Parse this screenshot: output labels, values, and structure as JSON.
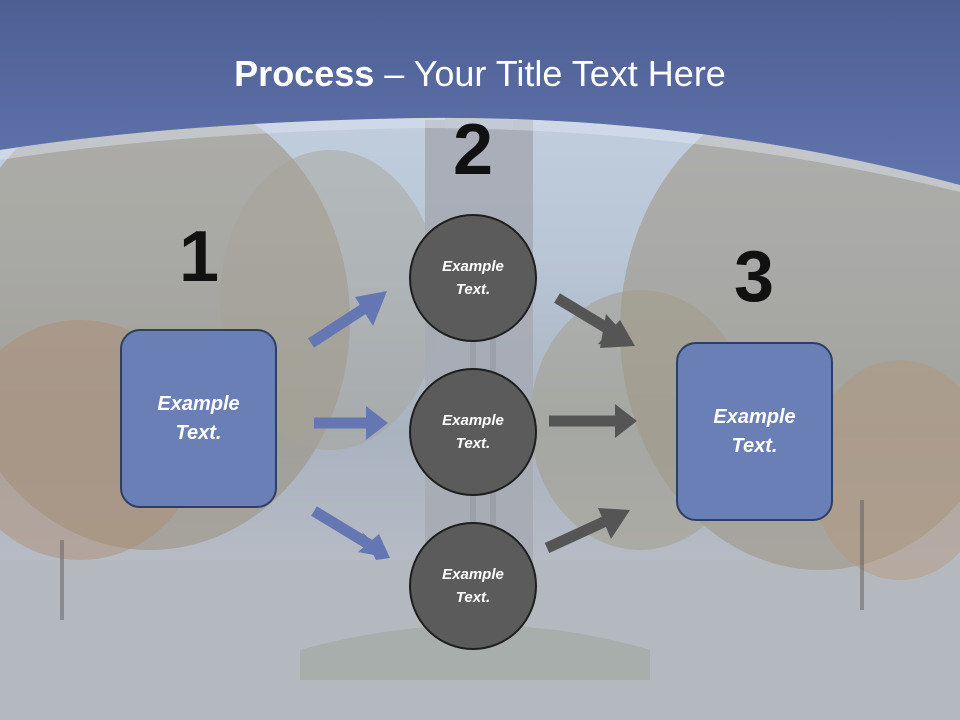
{
  "title": {
    "bold": "Process",
    "rest": " – Your Title Text Here"
  },
  "steps": {
    "one": "1",
    "two": "2",
    "three": "3"
  },
  "left_box": {
    "line1": "Example",
    "line2": "Text."
  },
  "right_box": {
    "line1": "Example",
    "line2": "Text."
  },
  "circles": [
    {
      "line1": "Example",
      "line2": "Text."
    },
    {
      "line1": "Example",
      "line2": "Text."
    },
    {
      "line1": "Example",
      "line2": "Text."
    }
  ],
  "colors": {
    "banner": "#5a6fa8",
    "box_fill": "#6a7fb5",
    "circle_fill": "#5b5b5b",
    "blue_arrow": "#6577b3",
    "gray_arrow": "#555555"
  }
}
